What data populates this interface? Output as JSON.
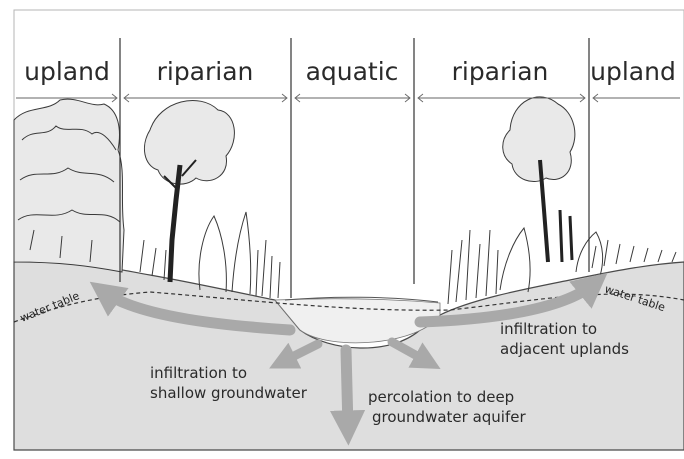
{
  "zones": {
    "upland_left": "upland",
    "riparian_left": "riparian",
    "aquatic": "aquatic",
    "riparian_right": "riparian",
    "upland_right": "upland"
  },
  "labels": {
    "water_table_left": "water table",
    "water_table_right": "water table",
    "infiltration_shallow_line1": "infiltration to",
    "infiltration_shallow_line2": "shallow groundwater",
    "infiltration_uplands_line1": "infiltration to",
    "infiltration_uplands_line2": "adjacent uplands",
    "percolation_line1": "percolation to deep",
    "percolation_line2": "groundwater aquifer"
  },
  "colors": {
    "ground": "#dedede",
    "water": "#efefef",
    "arrow": "#a9a9a9",
    "ink": "#2a2a2a"
  }
}
